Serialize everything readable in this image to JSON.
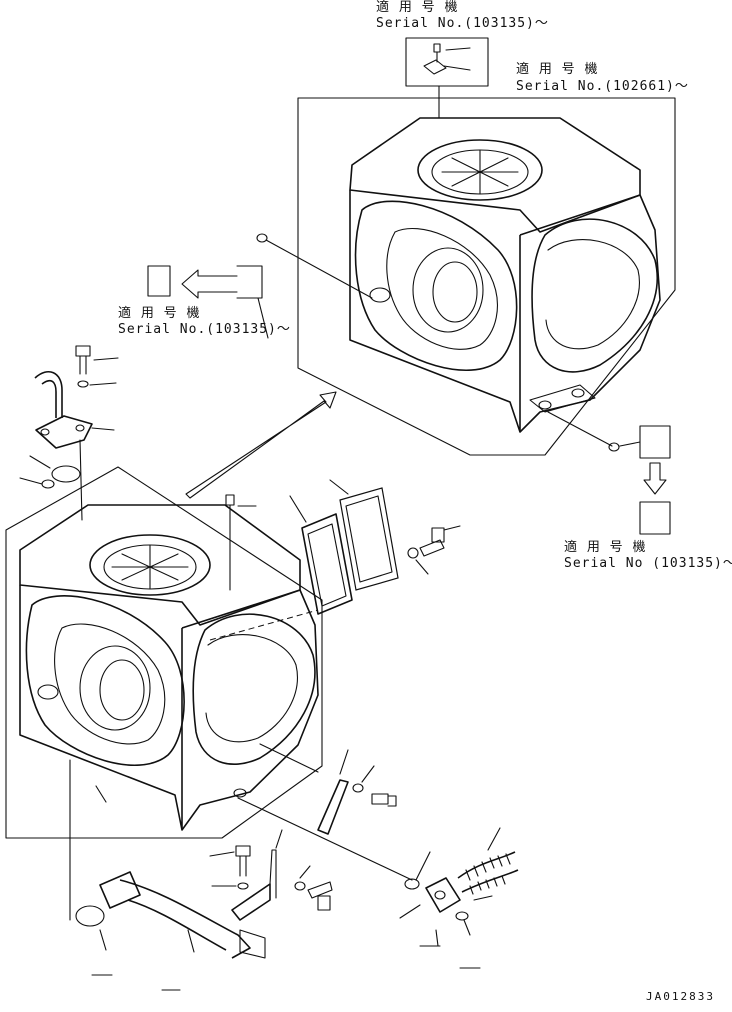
{
  "serial_notes": [
    {
      "title": "適 用 号 機",
      "serial": "Serial No.(103135)～"
    },
    {
      "title": "適 用 号 機",
      "serial": "Serial No.(102661)～"
    },
    {
      "title": "適 用 号 機",
      "serial": "Serial No.(103135)～"
    },
    {
      "title": "適 用 号 機",
      "serial": "Serial No (103135)～"
    }
  ],
  "drawing_code": "JA012833"
}
